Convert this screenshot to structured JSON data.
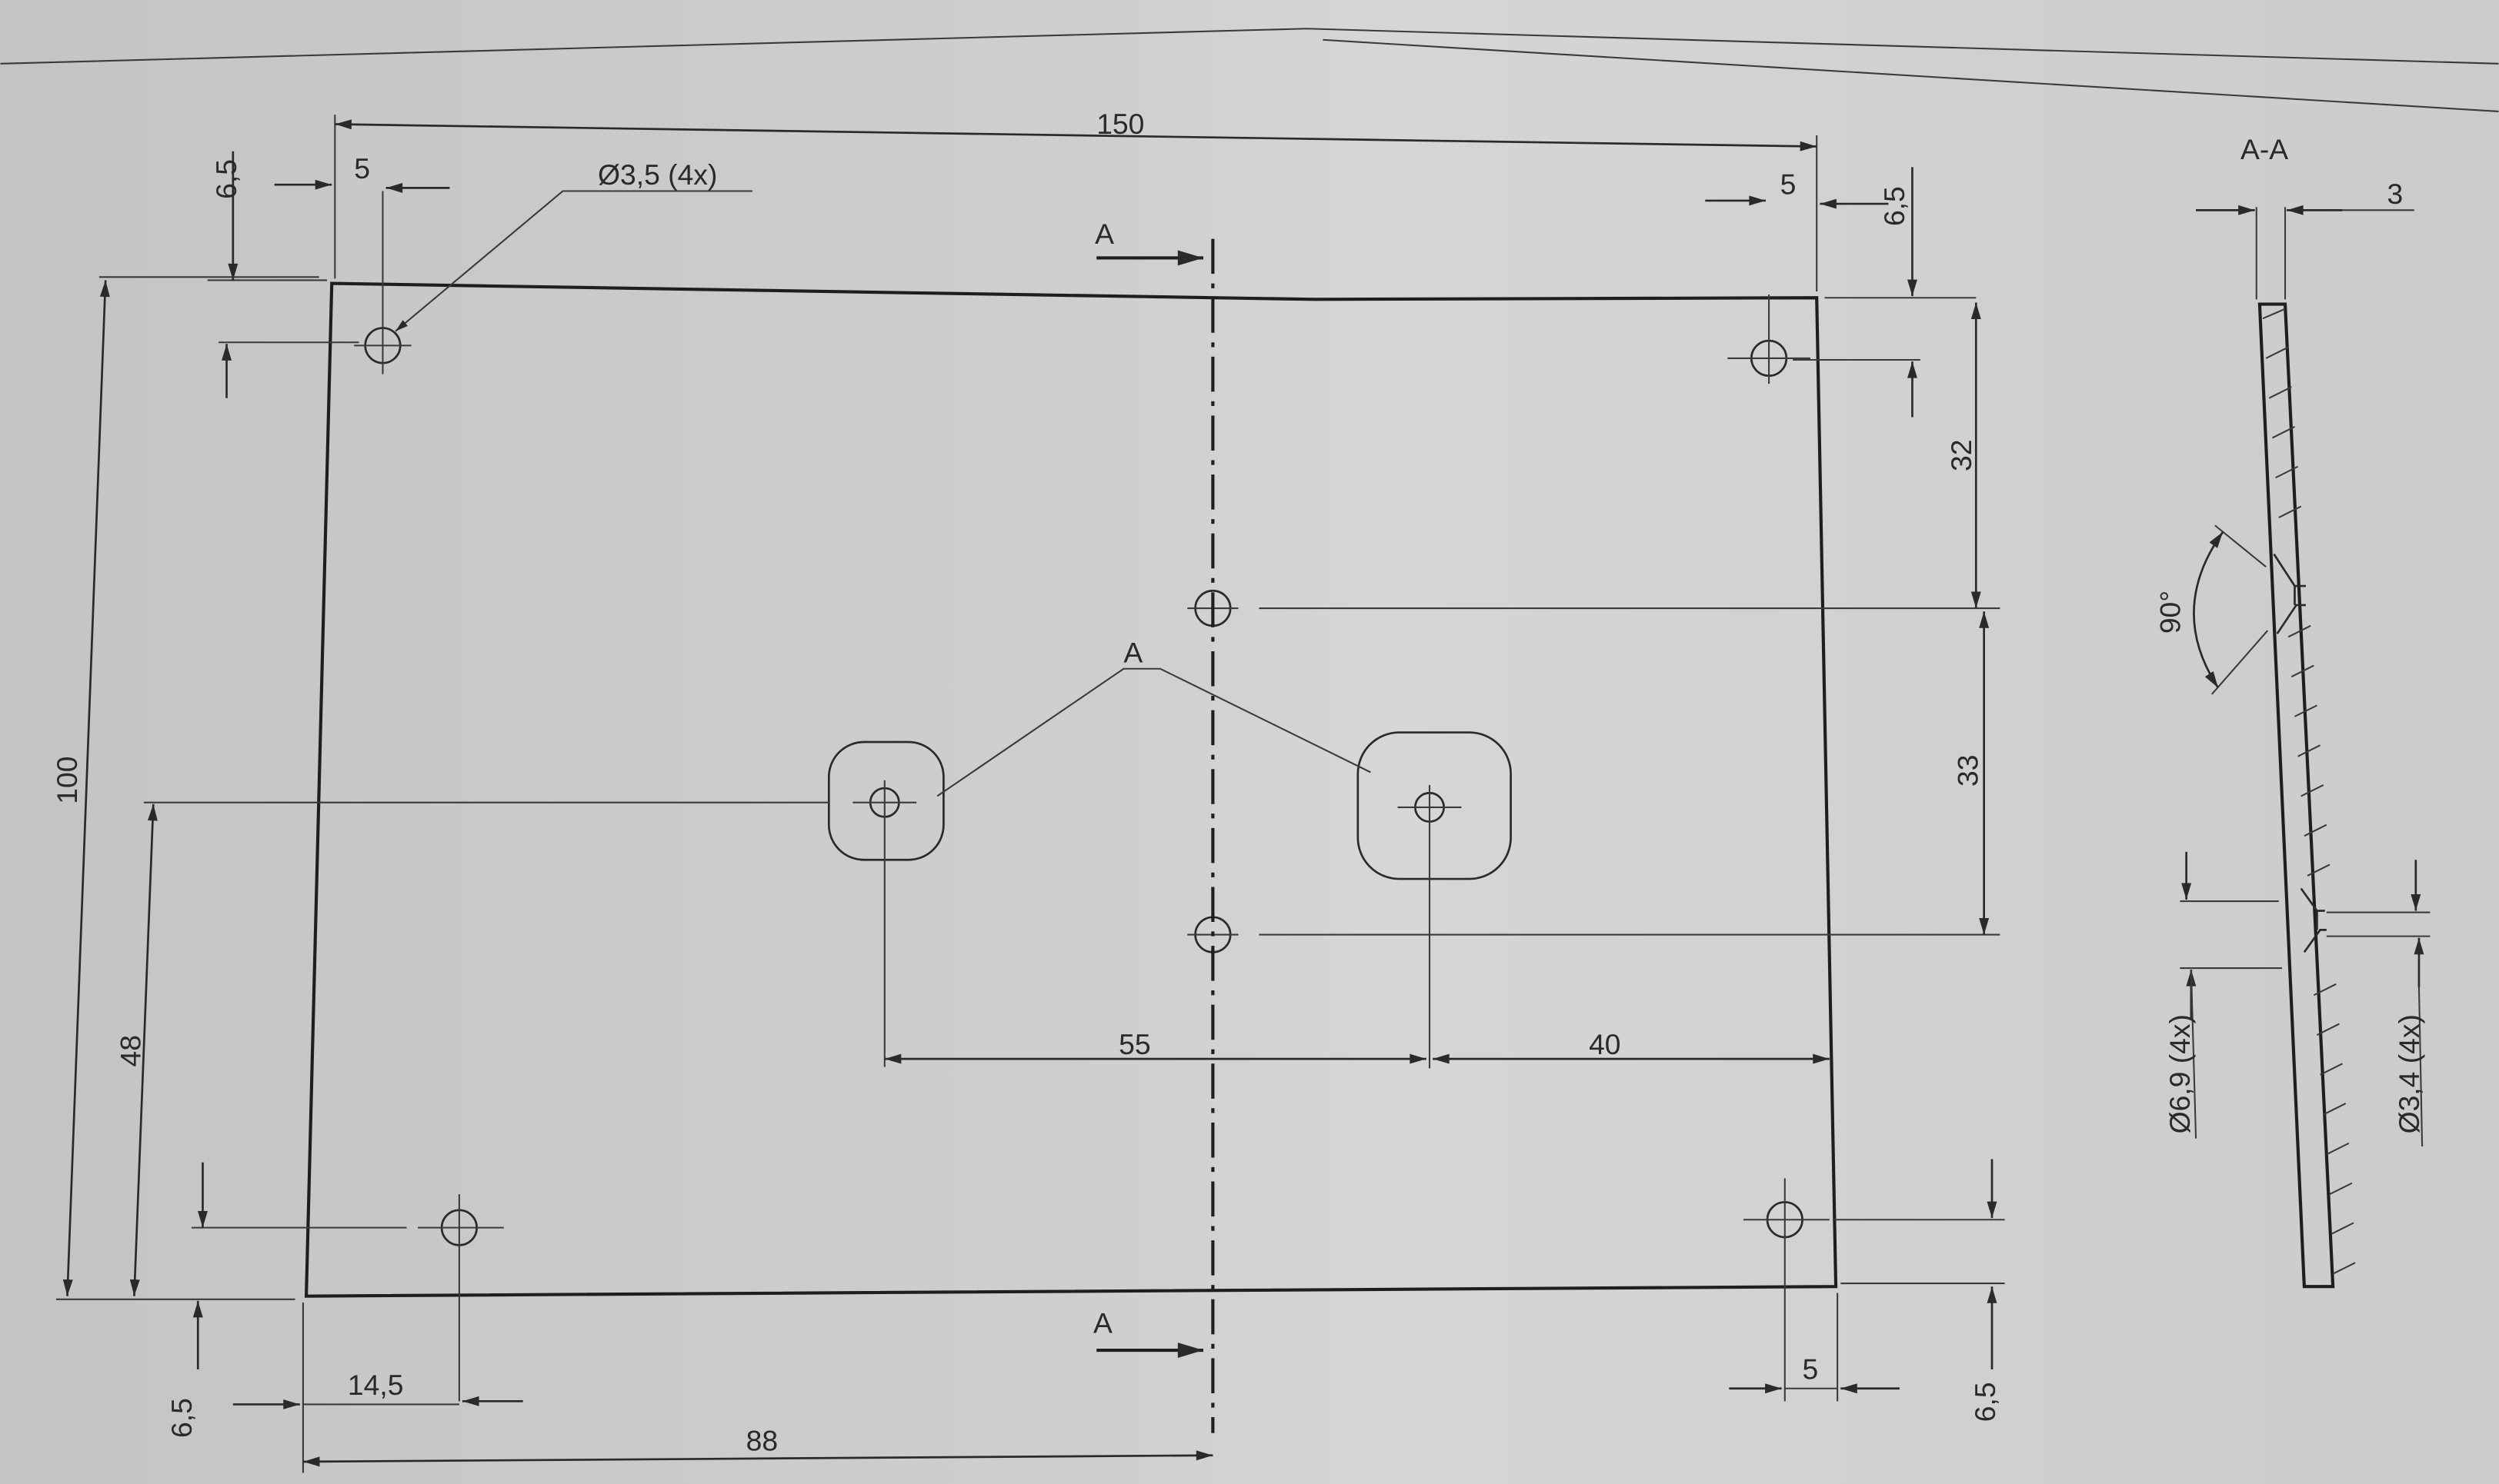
{
  "drawing": {
    "section_label": "A-A",
    "section_marker_top": "A",
    "section_marker_bottom": "A",
    "detail_label": "A",
    "dims": {
      "overall_width": "150",
      "overall_height": "100",
      "hole_offset_x_top_left": "5",
      "hole_offset_y_top_left": "6,5",
      "hole_callout": "Ø3,5 (4x)",
      "hole_offset_x_top_right": "5",
      "hole_offset_y_top_right": "6,5",
      "center_hole_upper": "32",
      "center_hole_lower": "33",
      "feature_height": "48",
      "feature_spacing": "55",
      "feature_right_offset": "40",
      "hole_offset_y_bottom_left": "6,5",
      "hole_offset_x_bottom_left": "14,5",
      "section_offset": "88",
      "hole_offset_x_bottom_right": "5",
      "hole_offset_y_bottom_right": "6,5",
      "thickness": "3",
      "countersink_angle": "90°",
      "countersink_diameter": "Ø6,9 (4x)",
      "through_diameter": "Ø3,4 (4x)"
    }
  }
}
